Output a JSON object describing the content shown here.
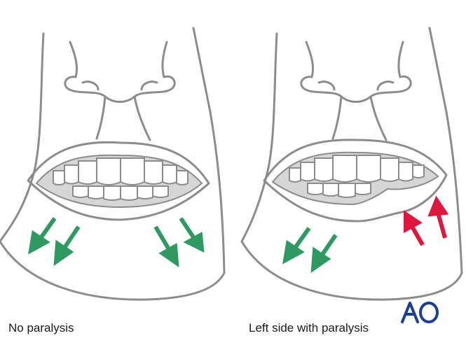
{
  "panels": [
    {
      "caption": "No paralysis"
    },
    {
      "caption": "Left side with paralysis"
    }
  ],
  "logo": {
    "text": "AO"
  },
  "colors": {
    "outline": "#8c8c8c",
    "teeth_fill": "#ffffff",
    "gum_fill": "#d6d6d6",
    "arrow_normal": "#2e9a62",
    "arrow_paralysis": "#e0163f",
    "logo": "#1d3f8f"
  },
  "icons": [
    "face-illustration",
    "arrow-down-icon",
    "arrow-up-icon",
    "ao-logo"
  ]
}
